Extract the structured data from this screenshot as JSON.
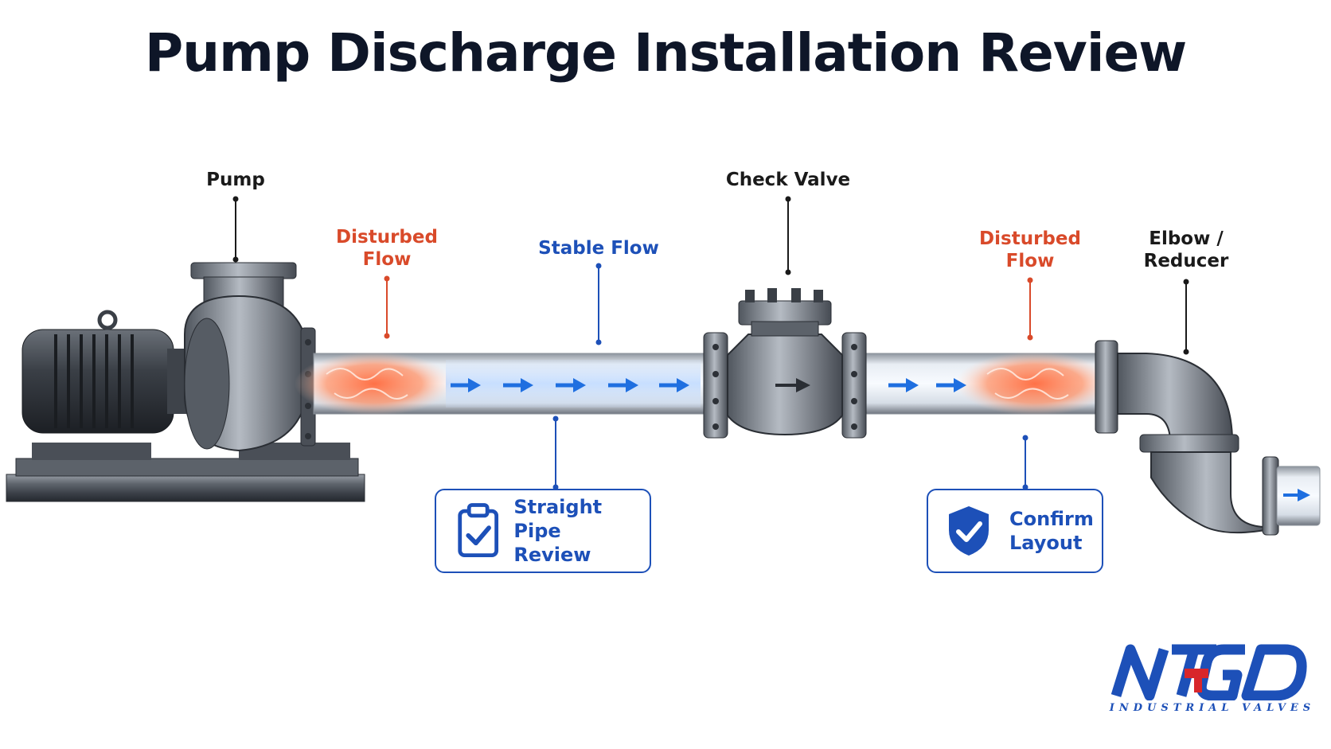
{
  "title": "Pump Discharge Installation Review",
  "labels": {
    "pump": "Pump",
    "check_valve": "Check Valve",
    "disturbed_flow_1": [
      "Disturbed",
      "Flow"
    ],
    "stable_flow": "Stable Flow",
    "disturbed_flow_2": [
      "Disturbed",
      "Flow"
    ],
    "elbow_reducer": [
      "Elbow /",
      "Reducer"
    ]
  },
  "callouts": {
    "straight_pipe": [
      "Straight Pipe",
      "Review"
    ],
    "confirm_layout": [
      "Confirm",
      "Layout"
    ]
  },
  "icons": {
    "straight_pipe": "clipboard-check-icon",
    "confirm_layout": "shield-check-icon"
  },
  "logo": {
    "mark": "NTGD",
    "subtitle": "INDUSTRIAL VALVES"
  },
  "colors": {
    "stable": "#1d50b8",
    "disturbed": "#d94a2a",
    "arrow": "#1f6fe0",
    "title": "#0e1628"
  }
}
